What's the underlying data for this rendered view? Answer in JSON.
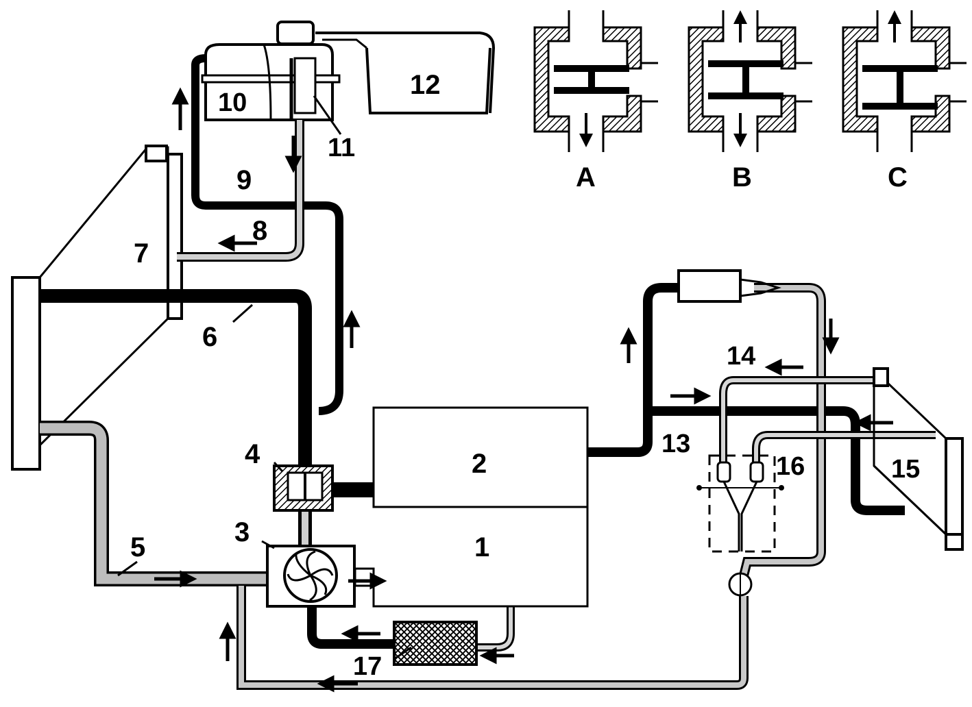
{
  "colors": {
    "ink": "#000000",
    "paper": "#ffffff",
    "stipple": "#b8b8b8"
  },
  "labels": {
    "n1": "1",
    "n2": "2",
    "n3": "3",
    "n4": "4",
    "n5": "5",
    "n6": "6",
    "n7": "7",
    "n8": "8",
    "n9": "9",
    "n10": "10",
    "n11": "11",
    "n12": "12",
    "n13": "13",
    "n14": "14",
    "n15": "15",
    "n16": "16",
    "n17": "17"
  },
  "valve_states": {
    "a": "A",
    "b": "B",
    "c": "C"
  }
}
